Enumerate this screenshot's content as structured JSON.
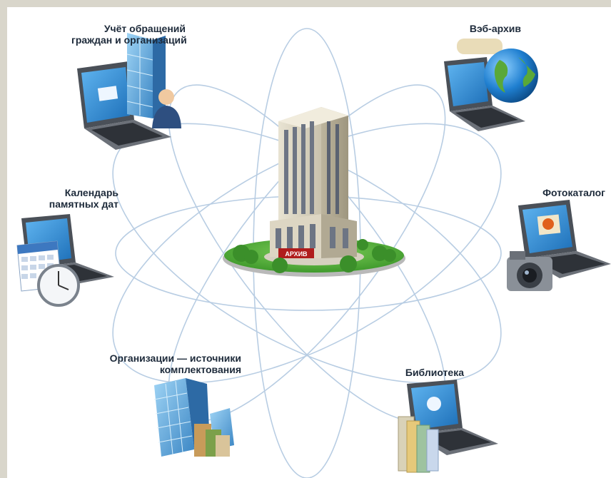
{
  "nodes": [
    {
      "id": "citizens",
      "lines": [
        "Учёт обращений",
        "граждан и организаций"
      ],
      "icon": "laptop-building-person-icon"
    },
    {
      "id": "web",
      "lines": [
        "Вэб-архив"
      ],
      "icon": "laptop-globe-icon"
    },
    {
      "id": "calendar",
      "lines": [
        "Календарь",
        "памятных дат"
      ],
      "icon": "laptop-calendar-clock-icon"
    },
    {
      "id": "photo",
      "lines": [
        "Фотокаталог"
      ],
      "icon": "laptop-camera-icon"
    },
    {
      "id": "orgs",
      "lines": [
        "Организации — источники",
        "комплектования"
      ],
      "icon": "office-buildings-icon"
    },
    {
      "id": "library",
      "lines": [
        "Библиотека"
      ],
      "icon": "laptop-books-icon"
    }
  ],
  "center": {
    "sign": "АРХИВ",
    "icon": "archive-building-icon"
  },
  "colors": {
    "orbit": "#b8cde3",
    "text": "#1d2a3a",
    "frame": "#d9d6cb",
    "screen": "#2f8fd6",
    "laptop": "#4a5058"
  }
}
